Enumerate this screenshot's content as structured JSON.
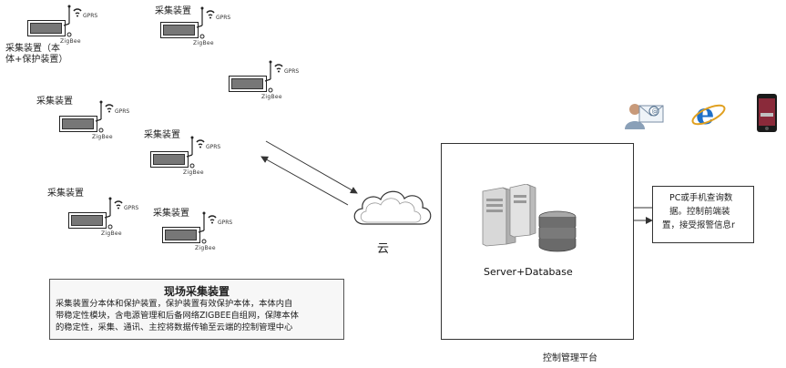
{
  "devices": [
    {
      "label": "",
      "label2": "",
      "zigbee": "ZigBee",
      "gprs": "GPRS"
    },
    {
      "label": "采集装置",
      "label2": "",
      "zigbee": "ZigBee",
      "gprs": "GPRS"
    },
    {
      "label": "",
      "label2": "",
      "zigbee": "ZigBee",
      "gprs": "GPRS"
    },
    {
      "label": "采集装置",
      "label2": "",
      "zigbee": "ZigBee",
      "gprs": "GPRS"
    },
    {
      "label": "采集装置",
      "label2": "",
      "zigbee": "ZigBee",
      "gprs": "GPRS"
    },
    {
      "label": "采集装置",
      "label2": "",
      "zigbee": "ZigBee",
      "gprs": "GPRS"
    },
    {
      "label": "采集装置",
      "label2": "",
      "zigbee": "ZigBee",
      "gprs": "GPRS"
    }
  ],
  "first_device_label": [
    "采集装置（本",
    "体+保护装置）"
  ],
  "cloud_label": "云",
  "info_box": {
    "title": "现场采集装置",
    "lines": [
      "采集装置分本体和保护装置，保护装置有效保护本体，本体内自",
      "带稳定性模块，含电源管理和后备网络ZIGBEE自组网，保障本体",
      "的稳定性，采集、通讯、主控将数据传输至云端的控制管理中心"
    ]
  },
  "platform": {
    "server_label": "Server+Database",
    "bottom_label": "控制管理平台"
  },
  "pc_box": {
    "lines": [
      "PC或手机查询数",
      "据。控制前端装",
      "置，接受报警信息r"
    ]
  },
  "icons": [
    "users-mail-icon",
    "internet-explorer-icon",
    "mobile-phone-icon",
    "server-icon",
    "database-icon",
    "cloud-icon"
  ],
  "colors": {
    "device_fill": "#777777",
    "ie_blue": "#1e6fc8",
    "db_gray": "#8a8a8a"
  }
}
